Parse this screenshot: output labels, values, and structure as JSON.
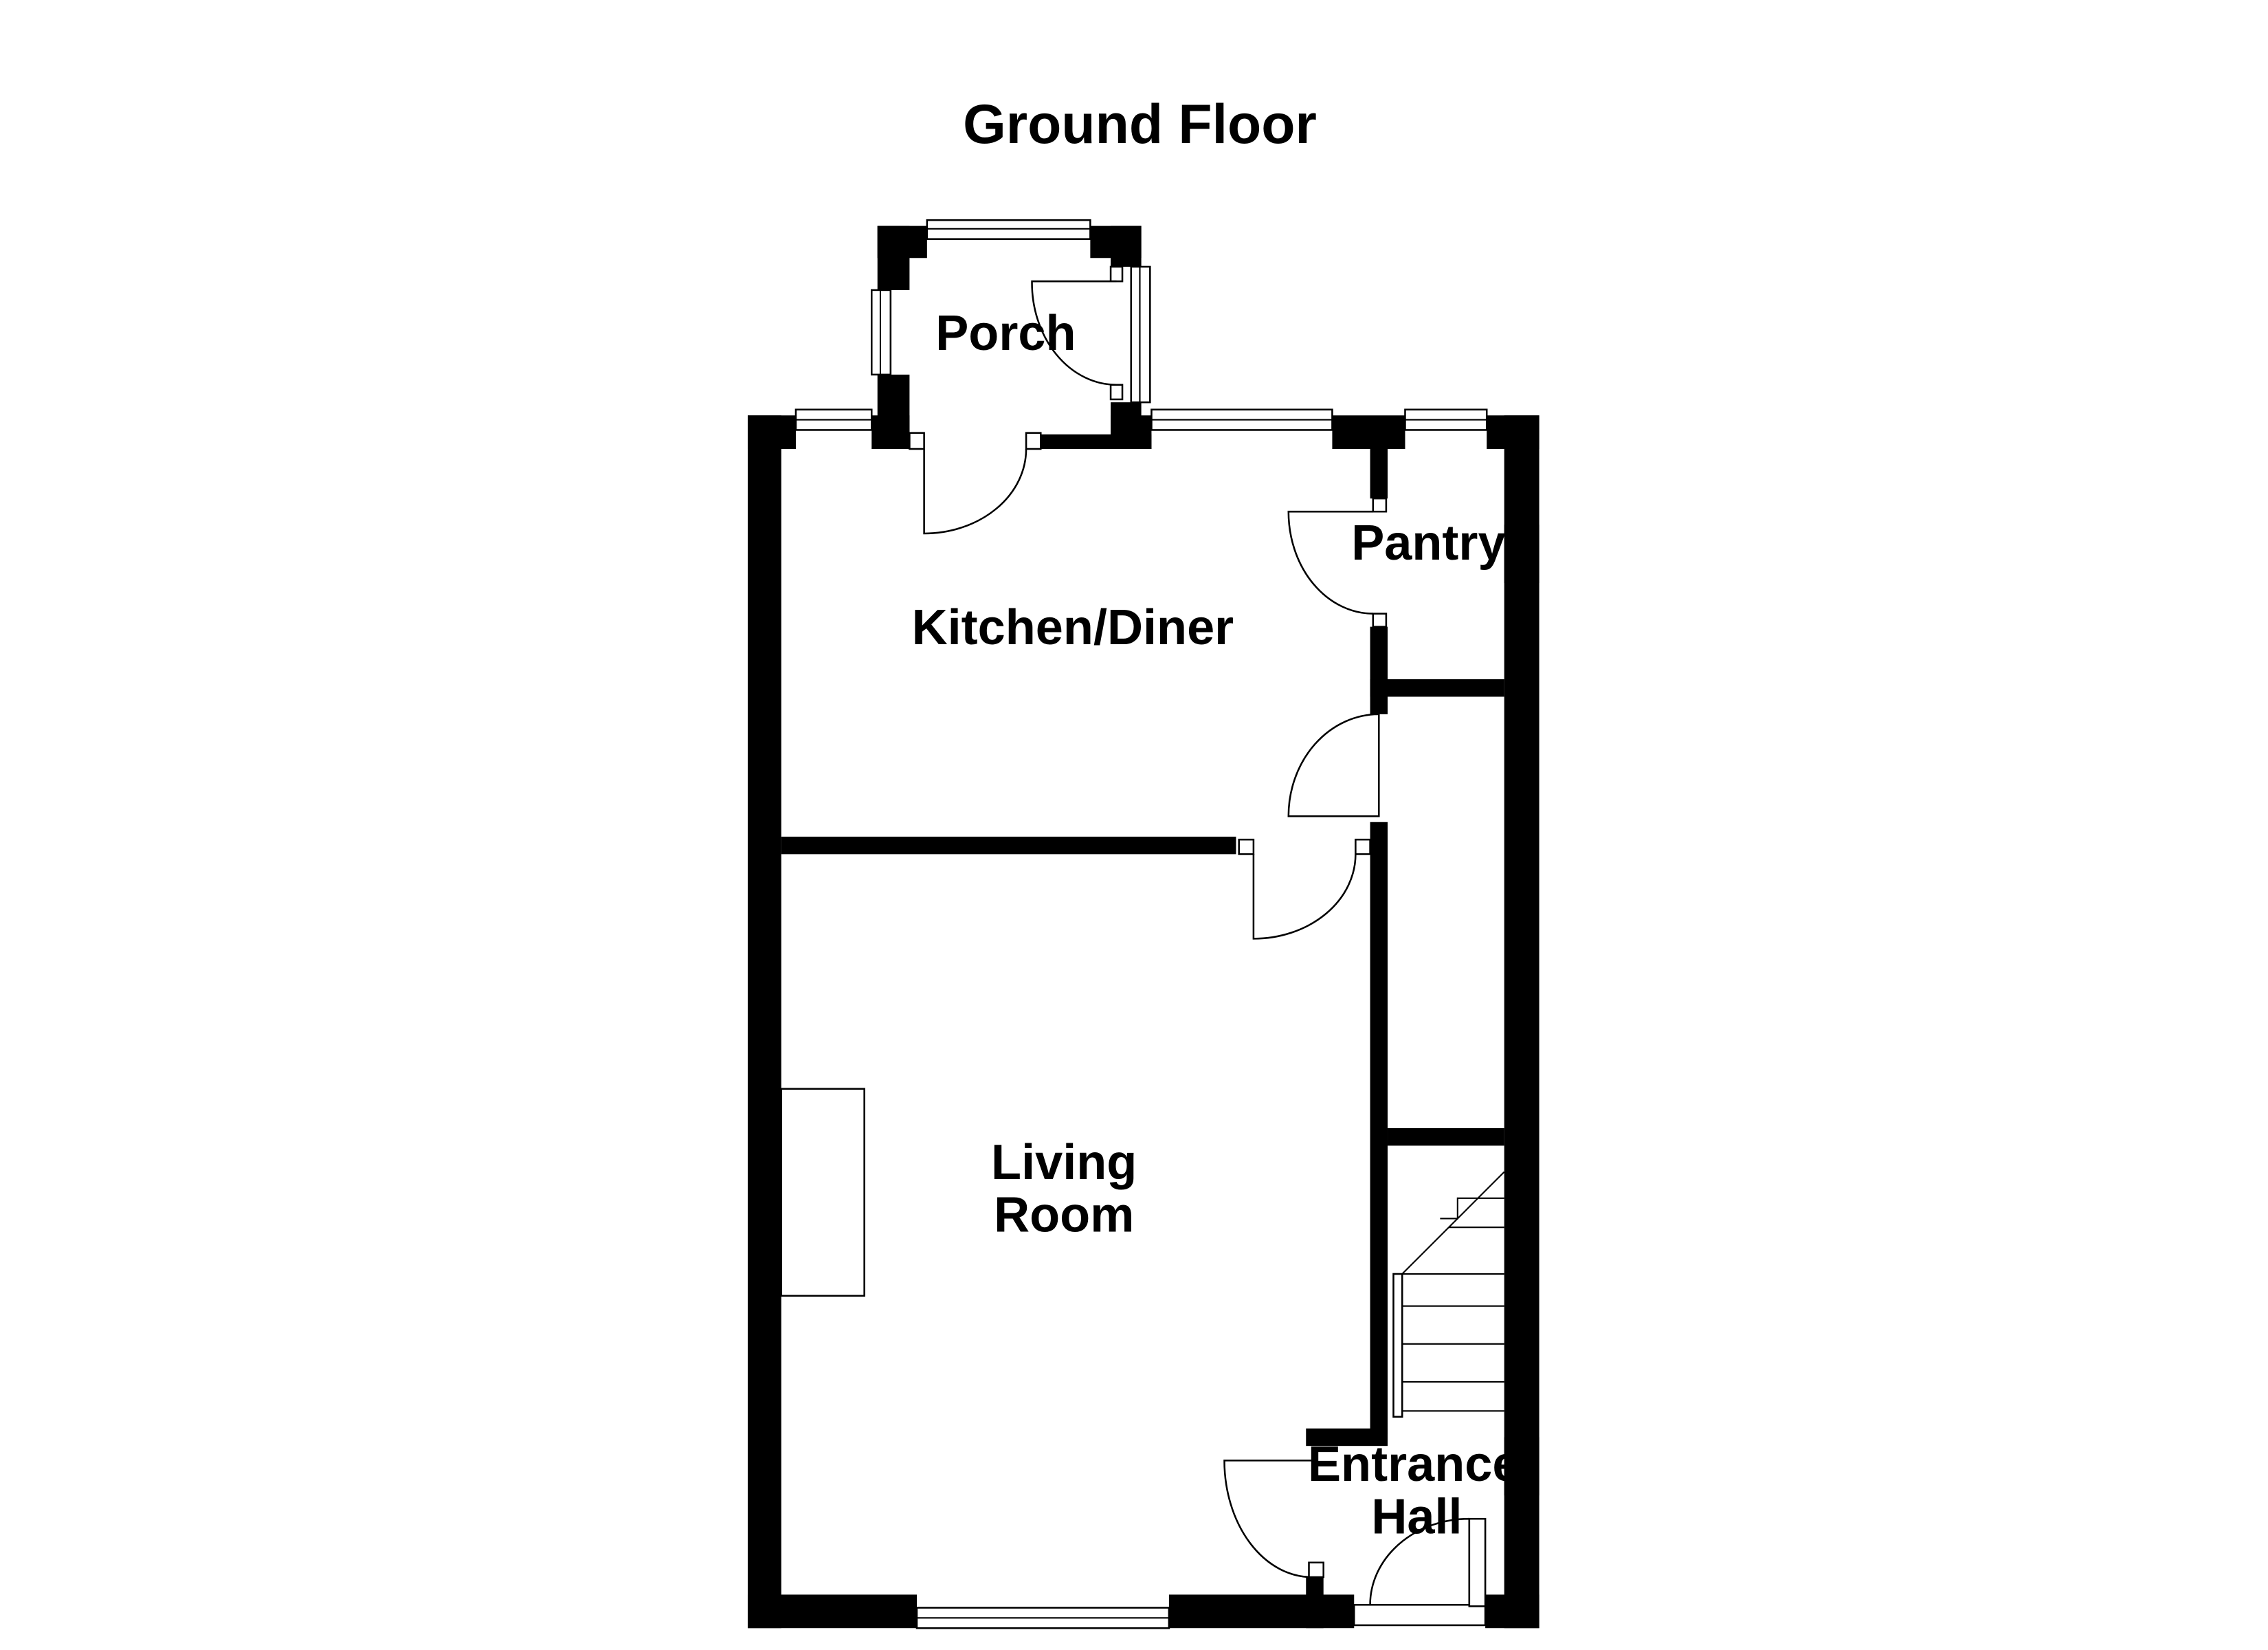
{
  "title": "Ground Floor",
  "rooms": {
    "porch": "Porch",
    "kitchen": "Kitchen/Diner",
    "pantry": "Pantry",
    "living_line1": "Living",
    "living_line2": "Room",
    "hall_line1": "Entrance",
    "hall_line2": "Hall"
  },
  "colors": {
    "wall": "#000000",
    "background": "#ffffff"
  }
}
